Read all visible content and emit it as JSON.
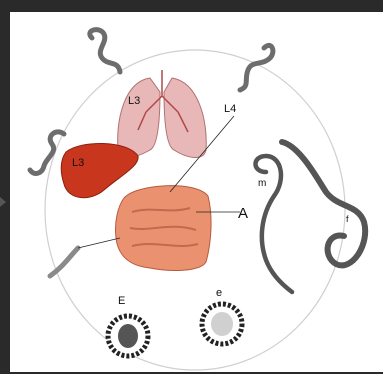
{
  "labels": {
    "lung_stage": "L3",
    "liver_stage": "L3",
    "intestine_stage": "L4",
    "adult_label": "A",
    "male_label": "m",
    "female_label": "f",
    "fertile_egg_label": "E",
    "unfertile_egg_label": "e"
  },
  "colors": {
    "frame": "#2a2a2a",
    "panel": "#ffffff",
    "larva": "#7a7a7a",
    "lung": "#e6b3b3",
    "liver": "#c8361e",
    "intestine": "#e88a6a",
    "egg": "#222222"
  }
}
